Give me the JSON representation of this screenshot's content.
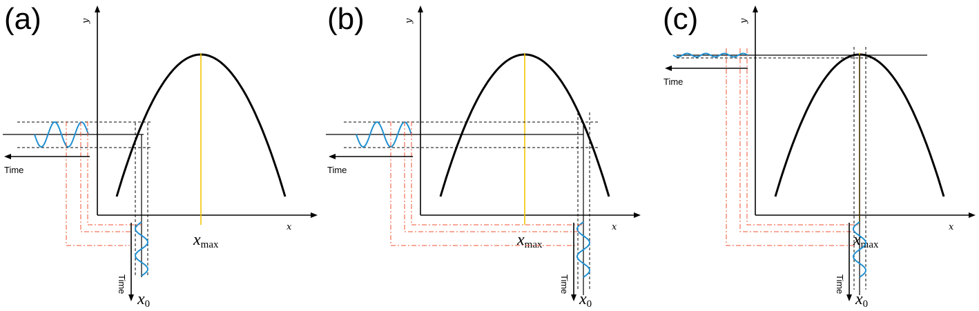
{
  "panels": [
    {
      "id": "a",
      "label": "(a)",
      "x_axis": "x",
      "y_axis": "y",
      "time_label": "Time",
      "x0_label": "x",
      "x0_sub": "0",
      "xmax_label": "x",
      "xmax_sub": "max"
    },
    {
      "id": "b",
      "label": "(b)",
      "x_axis": "x",
      "y_axis": "y",
      "time_label": "Time",
      "x0_label": "x",
      "x0_sub": "0",
      "xmax_label": "x",
      "xmax_sub": "max"
    },
    {
      "id": "c",
      "label": "(c)",
      "x_axis": "x",
      "y_axis": "y",
      "time_label": "Time",
      "x0_label": "x",
      "x0_sub": "0",
      "xmax_label": "x",
      "xmax_sub": "max"
    }
  ],
  "colors": {
    "curve": "#000000",
    "max_line": "#f5c400",
    "wave": "#1f8fd0",
    "path": "#f05030"
  }
}
